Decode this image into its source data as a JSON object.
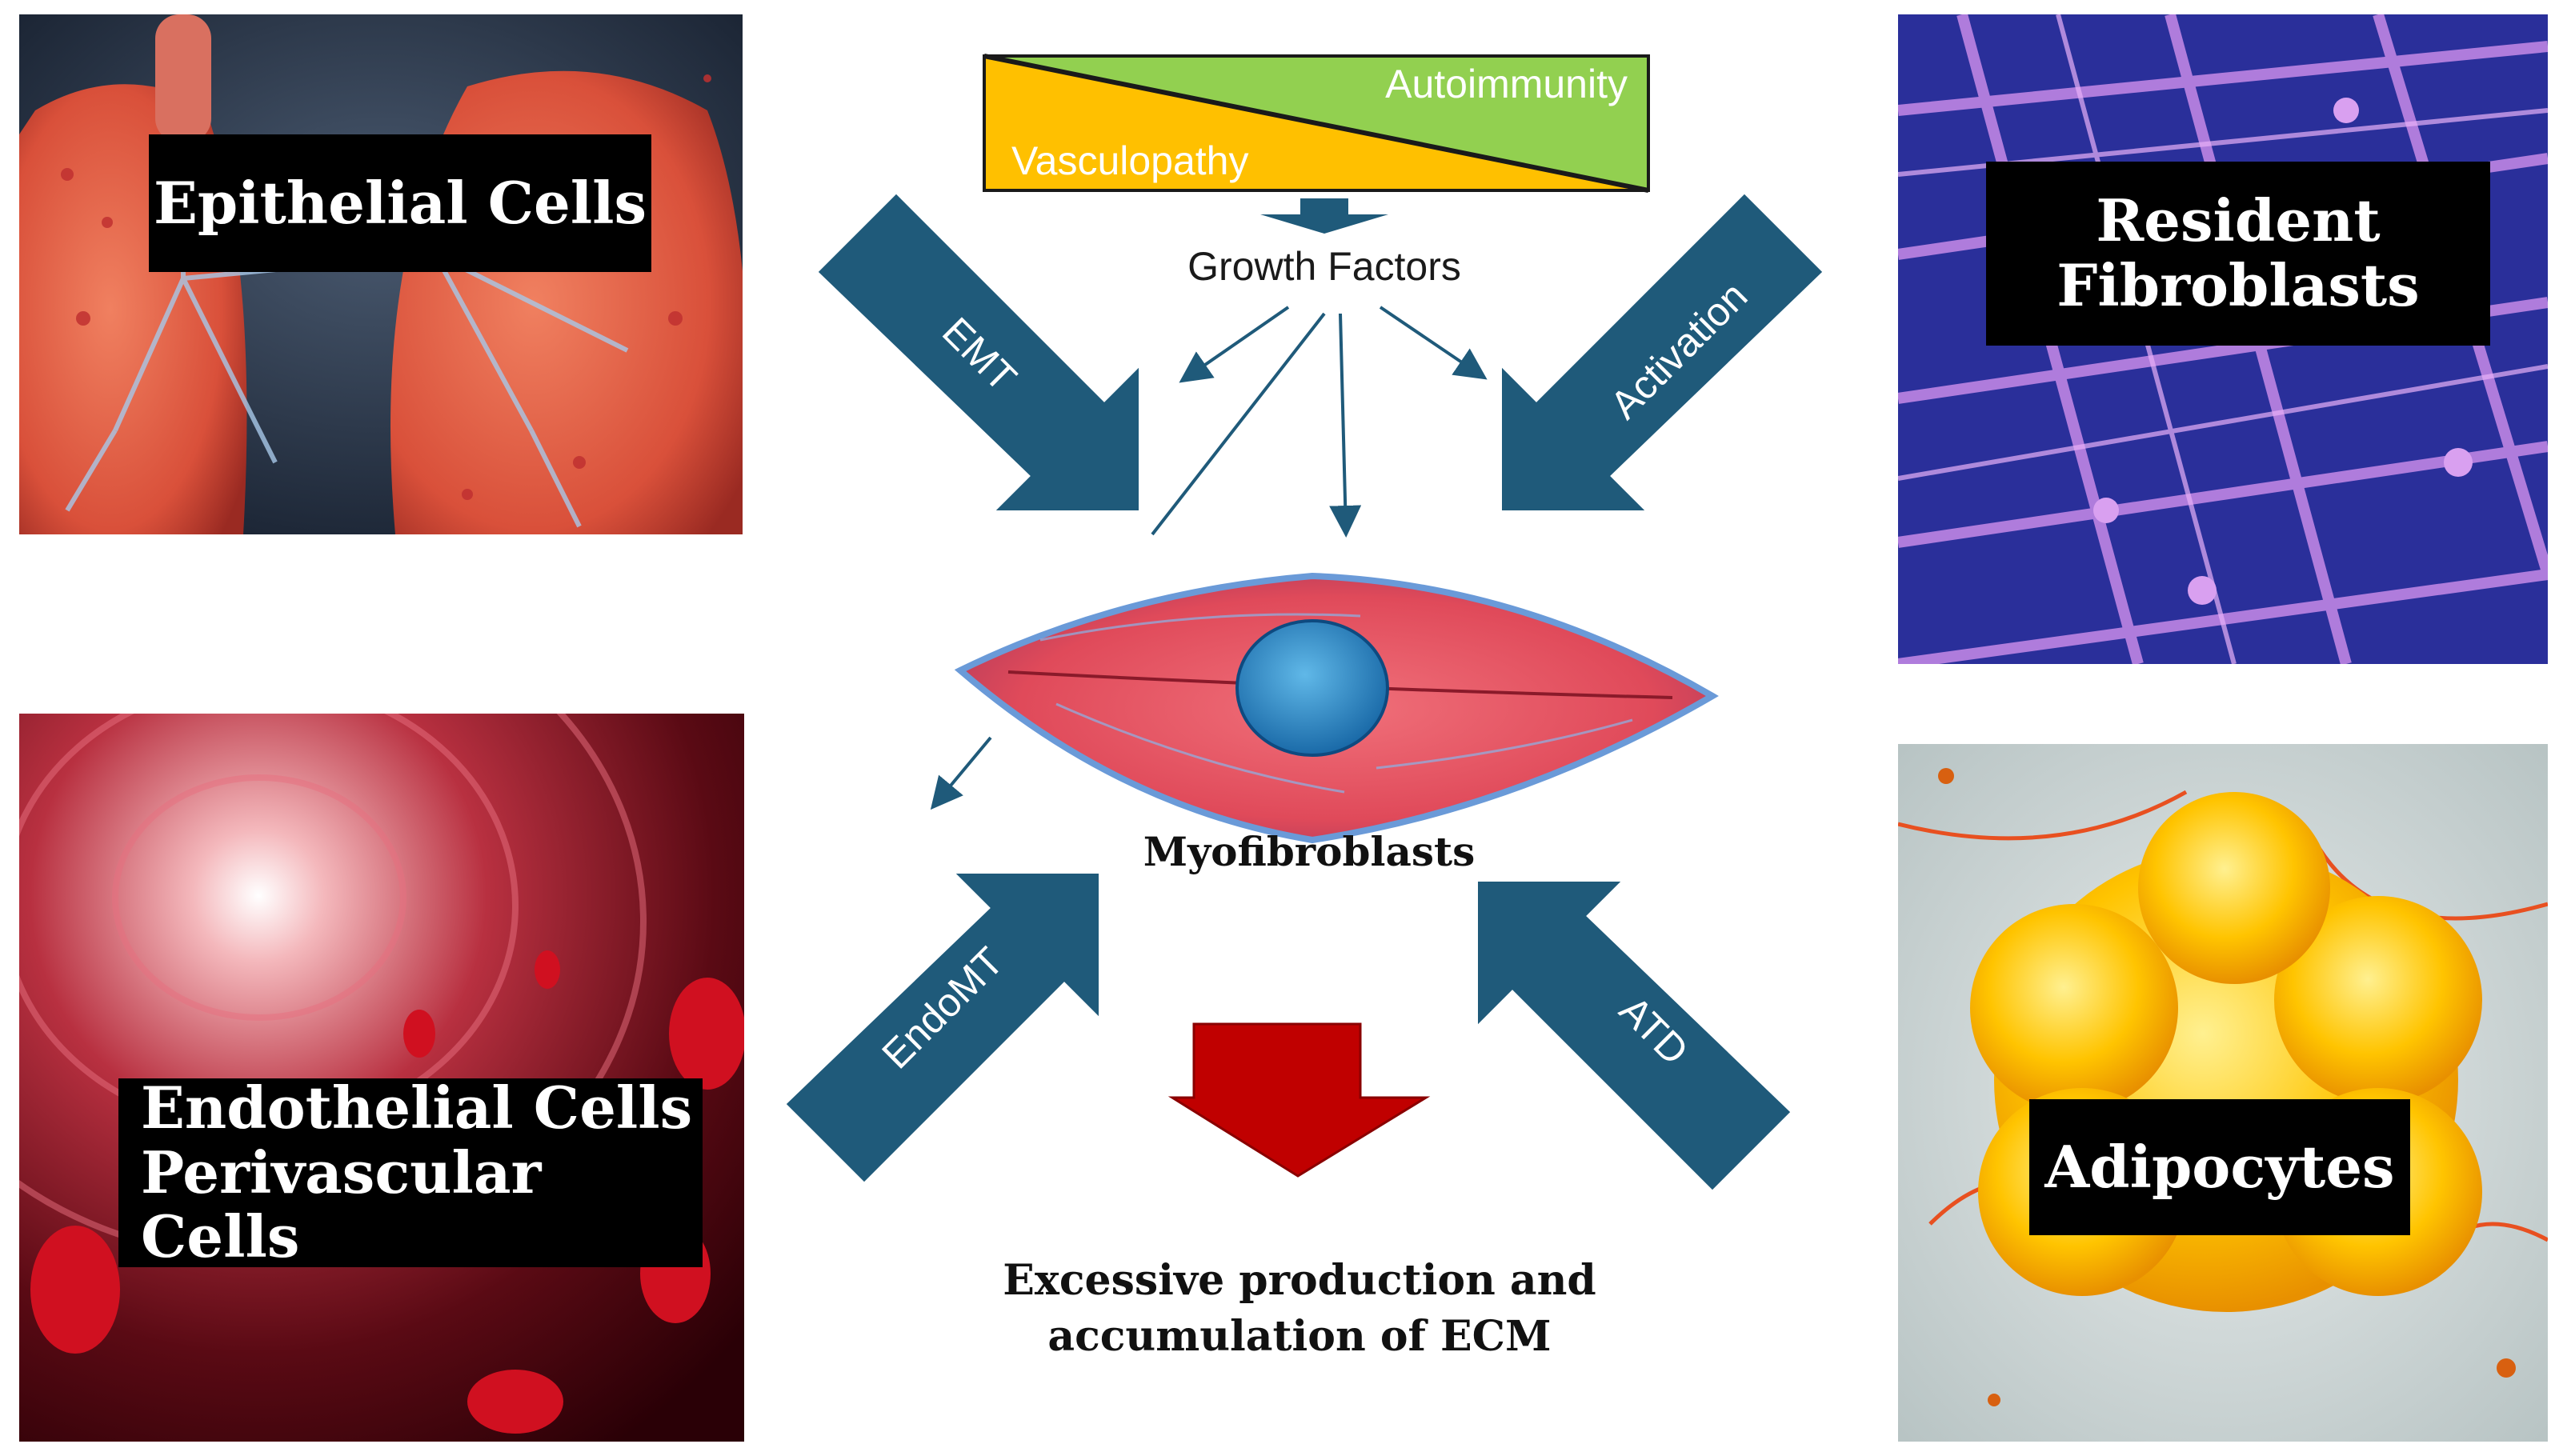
{
  "sources": {
    "epithelial": {
      "label": "Epithelial Cells"
    },
    "resident": {
      "label_line1": "Resident",
      "label_line2": "Fibroblasts"
    },
    "endothelial": {
      "label_line1": "Endothelial Cells",
      "label_line2": "Perivascular Cells"
    },
    "adipocytes": {
      "label": "Adipocytes"
    }
  },
  "gradient": {
    "top_label": "Autoimmunity",
    "bottom_label": "Vasculopathy"
  },
  "growth_factors": "Growth Factors",
  "arrows": {
    "emt": "EMT",
    "activation": "Activation",
    "endomt": "EndoMT",
    "atd": "ATD"
  },
  "center": {
    "label": "Myofibroblasts"
  },
  "outcome": {
    "line1": "Excessive production and",
    "line2": "accumulation of ECM"
  },
  "colors": {
    "arrow_blue": "#1f5a7a",
    "autoimmunity_green": "#92d050",
    "vasculopathy_yellow": "#ffc000",
    "outcome_red": "#c00000"
  },
  "icons": [
    "lung-image",
    "fibroblast-network-image",
    "blood-vessel-image",
    "adipocyte-image",
    "myofibroblast-cell-image"
  ]
}
